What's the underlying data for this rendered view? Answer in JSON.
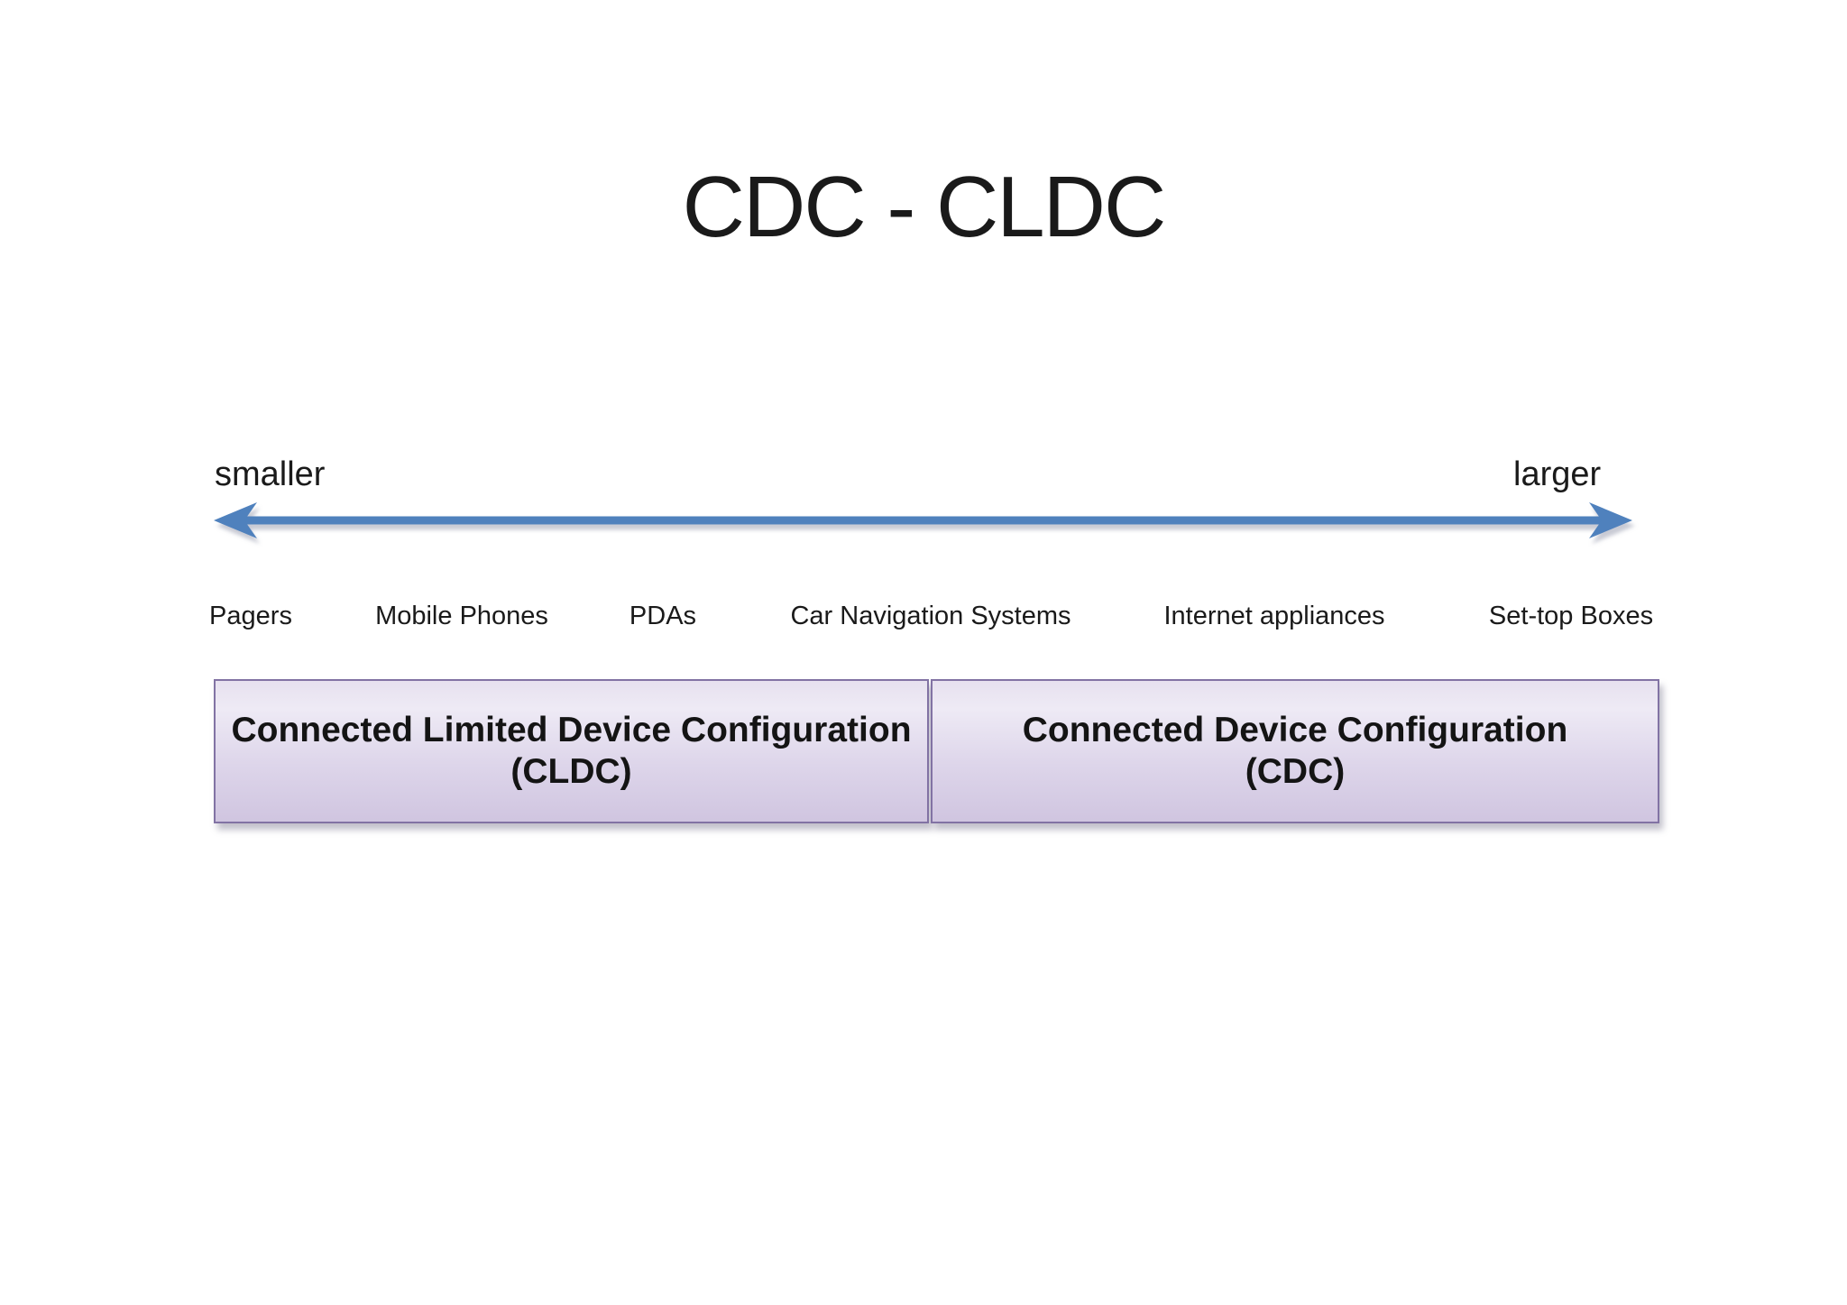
{
  "slide": {
    "title": "CDC - CLDC"
  },
  "scale": {
    "left_label": "smaller",
    "right_label": "larger"
  },
  "device_labels": [
    "Pagers",
    "Mobile Phones",
    "PDAs",
    "Car Navigation Systems",
    "Internet appliances",
    "Set-top Boxes"
  ],
  "boxes": {
    "cldc": {
      "line1": "Connected Limited Device Configuration",
      "line2": "(CLDC)"
    },
    "cdc": {
      "line1": "Connected Device Configuration",
      "line2": "(CDC)"
    }
  },
  "colors": {
    "arrow_blue": "#4f81bd",
    "box_border": "#8273a4",
    "box_fill_top": "#e7e1ef",
    "box_fill_bottom": "#d0c5e0",
    "text_color": "#1a1a1a"
  }
}
